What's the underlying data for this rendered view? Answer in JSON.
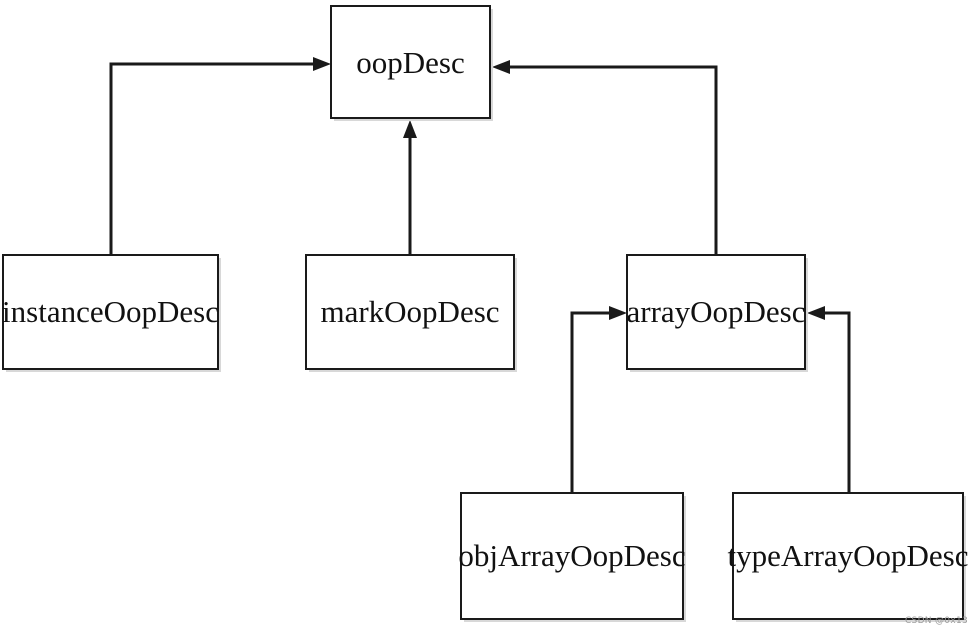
{
  "diagram": {
    "nodes": {
      "oop_desc": "oopDesc",
      "instance_oop_desc": "instanceOopDesc",
      "mark_oop_desc": "markOopDesc",
      "array_oop_desc": "arrayOopDesc",
      "obj_array_oop_desc": "objArrayOopDesc",
      "type_array_oop_desc": "typeArrayOopDesc"
    },
    "edges": [
      {
        "from": "instanceOopDesc",
        "to": "oopDesc"
      },
      {
        "from": "markOopDesc",
        "to": "oopDesc"
      },
      {
        "from": "arrayOopDesc",
        "to": "oopDesc"
      },
      {
        "from": "objArrayOopDesc",
        "to": "arrayOopDesc"
      },
      {
        "from": "typeArrayOopDesc",
        "to": "arrayOopDesc"
      }
    ]
  },
  "watermark": "CSDN @0x13"
}
